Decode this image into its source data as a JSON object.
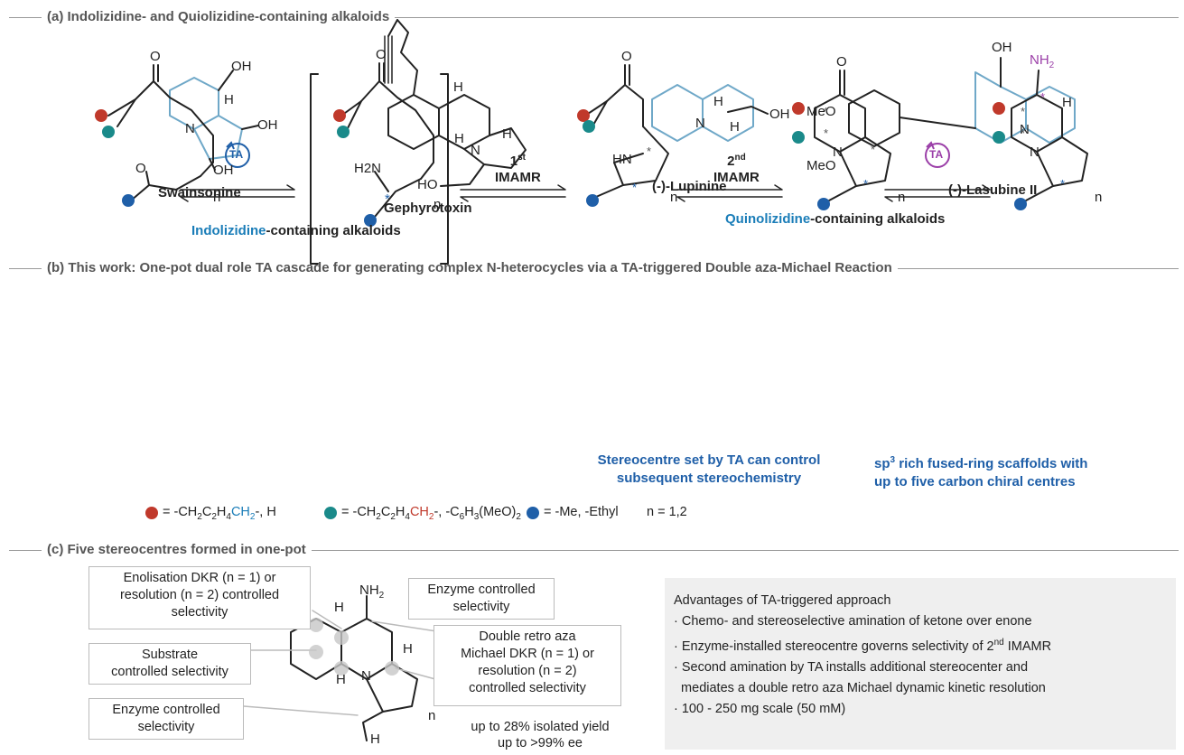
{
  "sections": {
    "a_title": "(a) Indolizidine- and Quiolizidine-containing alkaloids",
    "b_title": "(b) This work: One-pot dual role TA cascade for generating complex N-heterocycles via a TA-triggered Double aza-Michael Reaction",
    "c_title": "(c) Five stereocentres formed in one-pot"
  },
  "alkaloids": {
    "swainsonine": "Swainsonine",
    "gephyrotoxin": "Gephyrotoxin",
    "lupinine": "(-)-Lupinine",
    "lasubine": "(-)-Lasubine II",
    "indolizidine_word": "Indolizidine",
    "indolizidine_rest": "-containing alkaloids",
    "quinolizidine_word": "Quinolizidine",
    "quinolizidine_rest": "-containing alkaloids"
  },
  "atoms": {
    "oh": "OH",
    "ho": "HO",
    "h": "H",
    "n": "N",
    "o": "O",
    "hn": "HN",
    "h2n": "H2N",
    "meo": "MeO",
    "n_sub": "n",
    "star": "*"
  },
  "scheme": {
    "ta": "TA",
    "first_sup": "st",
    "first_num": "1",
    "second_num": "2",
    "second_sup": "nd",
    "imamr": "IMAMR",
    "nh2": "NH",
    "nh2_sub": "2",
    "note1_line1": "Stereocentre set by TA can control",
    "note1_line2": "subsequent stereochemistry",
    "note2_sp": "sp",
    "note2_sup": "3",
    "note2_line1": " rich fused-ring scaffolds with",
    "note2_line2": "up to five carbon chiral centres"
  },
  "legend": {
    "red_a": "= -CH",
    "red_b": "2",
    "red_c": "C",
    "red_d": "2",
    "red_e": "H",
    "red_f": "4",
    "red_g": "CH",
    "red_h": "2",
    "red_i": "-, H",
    "teal_a": "= -CH",
    "teal_b": "2",
    "teal_c": "C",
    "teal_d": "2",
    "teal_e": "H",
    "teal_f": "4",
    "teal_g": "CH",
    "teal_h": "2",
    "teal_i": "-, -C",
    "teal_j": "6",
    "teal_k": "H",
    "teal_l": "3",
    "teal_m": "(MeO)",
    "teal_n": "2",
    "blue_text": "= -Me, -Ethyl",
    "n_text": "n = 1,2"
  },
  "callouts": {
    "enol_1": "Enolisation DKR (n = 1) or",
    "enol_2": "resolution (n = 2) controlled",
    "enol_3": "selectivity",
    "enzyme_top_1": "Enzyme controlled",
    "enzyme_top_2": "selectivity",
    "substrate_1": "Substrate",
    "substrate_2": "controlled selectivity",
    "retro_1": "Double retro aza",
    "retro_2": "Michael DKR (n = 1) or",
    "retro_3": "resolution (n = 2)",
    "retro_4": "controlled selectivity",
    "enzyme_bot_1": "Enzyme controlled",
    "enzyme_bot_2": "selectivity"
  },
  "yield": {
    "line1": "up to 28% isolated yield",
    "line2": "up to >99% ee"
  },
  "advantages": {
    "title": "Advantages of TA-triggered approach",
    "item1": "· Chemo- and stereoselective amination of ketone over enone",
    "item2a": "· Enzyme-installed stereocentre governs selectivity of 2",
    "item2sup": "nd",
    "item2b": " IMAMR",
    "item3": "· Second amination by TA installs additional stereocenter and",
    "item4": "  mediates a double retro aza Michael dynamic kinetic resolution",
    "item5": "· 100 - 250 mg scale (50 mM)"
  },
  "colors": {
    "blue_ring": "#6fa8c8",
    "red_dot": "#c0392b",
    "teal_dot": "#1a8a8a",
    "blue_dot": "#1f5fa8",
    "purple": "#9b3fa8"
  }
}
